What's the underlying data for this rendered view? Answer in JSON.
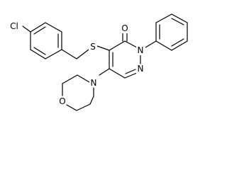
{
  "atoms": {
    "chlorine": "Cl",
    "sulfur": "S",
    "carbonyl_oxygen": "O",
    "ring_nitrogen_1": "N",
    "ring_nitrogen_2": "N",
    "morpholine_nitrogen": "N",
    "morpholine_oxygen": "O"
  }
}
